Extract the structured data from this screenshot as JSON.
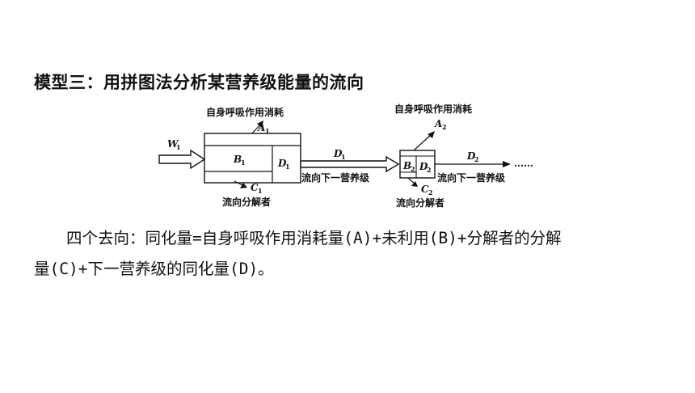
{
  "title": "模型三：用拼图法分析某营养级能量的流向",
  "diagram": {
    "respiration_1": "自身呼吸作用消耗",
    "respiration_2": "自身呼吸作用消耗",
    "flow_next_1": "流向下一营养级",
    "flow_next_2": "流向下一营养级",
    "decomposer_1": "流向分解者",
    "decomposer_2": "流向分解者",
    "ellipsis": "……",
    "symbols": {
      "W": "W",
      "W_sub": "1",
      "A1": "A",
      "A1_sub": "1",
      "B1": "B",
      "B1_sub": "1",
      "C1": "C",
      "C1_sub": "1",
      "D1_box": "D",
      "D1_box_sub": "1",
      "D1_arrow": "D",
      "D1_arrow_sub": "1",
      "A2": "A",
      "A2_sub": "2",
      "B2": "B",
      "B2_sub": "2",
      "C2": "C",
      "C2_sub": "2",
      "D2_box": "D",
      "D2_box_sub": "2",
      "D2_arrow": "D",
      "D2_arrow_sub": "2"
    }
  },
  "paragraph": {
    "line1": "四个去向：同化量=自身呼吸作用消耗量(A)+未利用(B)+分解者的分解",
    "line2": "量(C)+下一营养级的同化量(D)。"
  }
}
